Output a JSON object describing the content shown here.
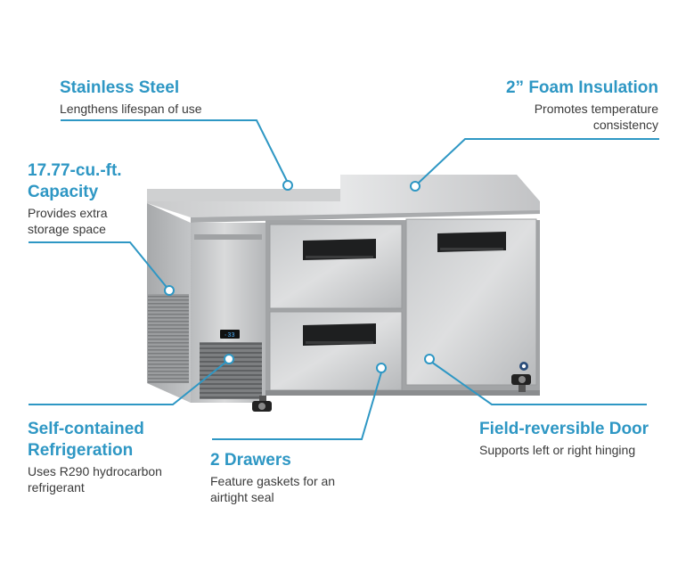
{
  "colors": {
    "accent": "#2e97c4",
    "text": "#3a3a3a",
    "steel_light": "#d4d5d6",
    "steel_mid": "#b3b5b7",
    "steel_dark": "#8f9193",
    "handle": "#1e1f20",
    "display_digits": "#4fb2ff"
  },
  "callouts": {
    "stainless": {
      "title": "Stainless Steel",
      "desc": "Lengthens lifespan of use"
    },
    "foam": {
      "title": "2” Foam Insulation",
      "desc_line1": "Promotes temperature",
      "desc_line2": "consistency"
    },
    "capacity": {
      "title_line1": "17.77-cu.-ft.",
      "title_line2": "Capacity",
      "desc_line1": "Provides extra",
      "desc_line2": "storage space"
    },
    "refrigeration": {
      "title_line1": "Self-contained",
      "title_line2": "Refrigeration",
      "desc_line1": "Uses R290 hydrocarbon",
      "desc_line2": "refrigerant"
    },
    "drawers": {
      "title": "2 Drawers",
      "desc_line1": "Feature gaskets for an",
      "desc_line2": "airtight seal"
    },
    "door": {
      "title": "Field-reversible Door",
      "desc": "Supports left or right hinging"
    }
  },
  "icons": {
    "callout_marker": "dot-ring-icon",
    "brand_badge": "brand-logo-icon"
  }
}
